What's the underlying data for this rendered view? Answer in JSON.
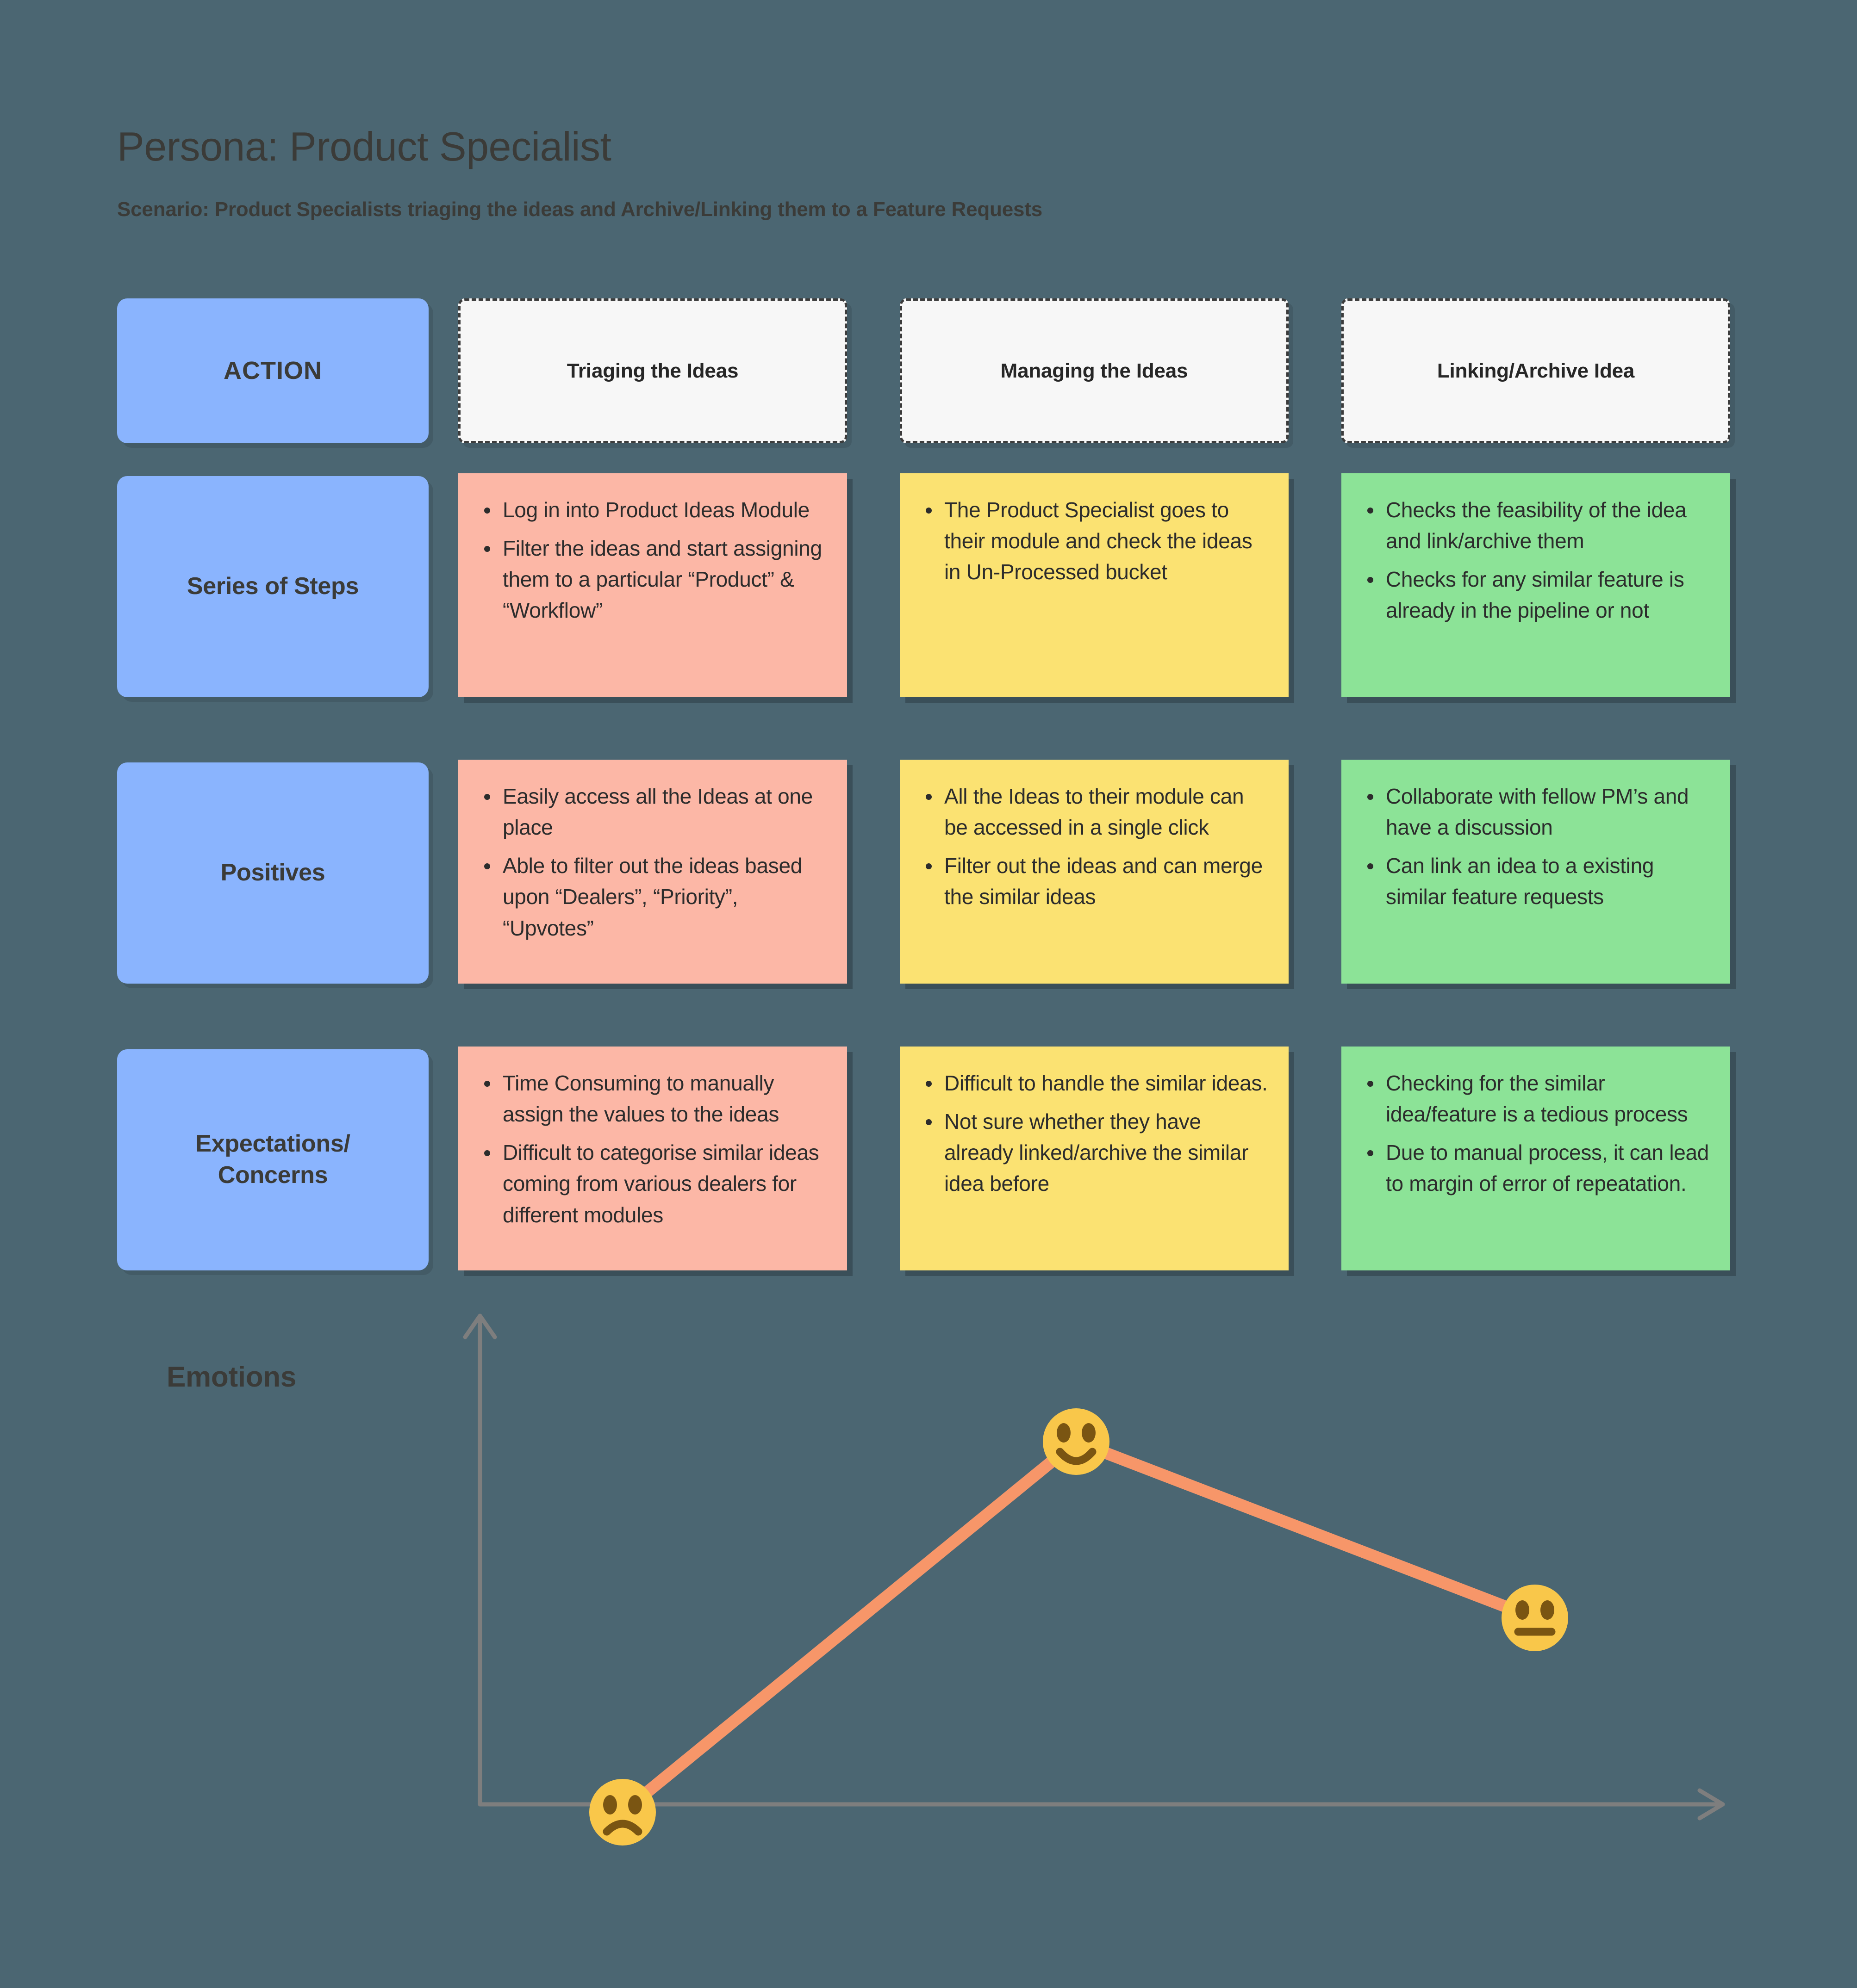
{
  "header": {
    "title": "Persona: Product Specialist",
    "scenario": "Scenario: Product Specialists triaging the ideas and Archive/Linking them to a Feature Requests"
  },
  "grid": {
    "row_labels": [
      "ACTION",
      "Series of Steps",
      "Positives",
      "Expectations/\nConcerns"
    ],
    "stage_headers": [
      "Triaging the Ideas",
      "Managing the Ideas",
      "Linking/Archive Idea"
    ],
    "series_of_steps": {
      "triaging": [
        "Log in into Product Ideas Module",
        "Filter the ideas and start assigning them to a particular “Product” & “Workflow”"
      ],
      "managing": [
        "The Product Specialist goes to their module and check the ideas in Un-Processed bucket"
      ],
      "linking": [
        "Checks the feasibility of the idea and link/archive them",
        "Checks for any similar feature is already in the pipeline or not"
      ]
    },
    "positives": {
      "triaging": [
        "Easily access all the Ideas at one place",
        "Able to filter out the ideas based upon “Dealers”, “Priority”, “Upvotes”"
      ],
      "managing": [
        "All the Ideas to their module can be accessed in a single click",
        "Filter out the ideas and can merge the similar ideas"
      ],
      "linking": [
        "Collaborate with fellow PM’s and have a discussion",
        "Can link an idea to a existing similar feature requests"
      ]
    },
    "expectations": {
      "triaging": [
        "Time Consuming to manually assign the values to the ideas",
        "Difficult to categorise similar ideas coming from various dealers for different modules"
      ],
      "managing": [
        "Difficult to handle the similar ideas.",
        "Not sure whether they have already linked/archive the similar idea before"
      ],
      "linking": [
        "Checking for the similar idea/feature is a tedious process",
        "Due to manual process, it can lead to margin of error of repeatation."
      ]
    }
  },
  "emotions": {
    "label": "Emotions",
    "points": [
      {
        "stage": "Triaging the Ideas",
        "mood": "sad",
        "icon": "frowning-face-icon"
      },
      {
        "stage": "Managing the Ideas",
        "mood": "happy",
        "icon": "smiling-face-icon"
      },
      {
        "stage": "Linking/Archive Idea",
        "mood": "neutral",
        "icon": "neutral-face-icon"
      }
    ]
  },
  "colors": {
    "background": "#4B6672",
    "label_card": "#8AB4FE",
    "header_card": "#F7F7F7",
    "note_pink": "#FCB7A6",
    "note_yellow": "#FBE272",
    "note_green": "#8CE397",
    "emoji_yellow": "#F9C74A",
    "emoji_feature": "#7A5512",
    "line_orange": "#F79669",
    "axis": "#7E7E7E",
    "text": "#2C2C2C"
  },
  "chart_data": {
    "type": "line",
    "title": "Emotions",
    "categories": [
      "Triaging the Ideas",
      "Managing the Ideas",
      "Linking/Archive Idea"
    ],
    "values": [
      1,
      3,
      2
    ],
    "value_labels": [
      "sad",
      "happy",
      "neutral"
    ],
    "ylim": [
      0,
      4
    ],
    "xlabel": "",
    "ylabel": "",
    "grid": false,
    "legend": "none",
    "marker": "emoji-face",
    "line_color": "#F79669"
  }
}
